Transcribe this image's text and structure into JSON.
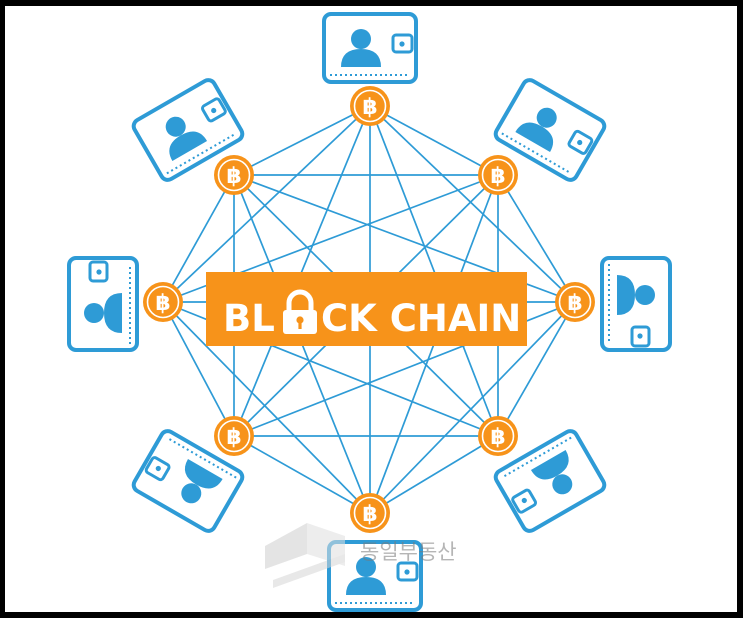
{
  "diagram": {
    "banner": {
      "text_before": "BL",
      "text_after": "CK CHAIN",
      "background": "#F7931A",
      "text_color": "#ffffff",
      "lock_icon": "padlock-icon"
    },
    "watermark": {
      "text": "동일부동산",
      "icon": "building-logo-icon"
    },
    "colors": {
      "network_line": "#2E9BD6",
      "wallet_fill": "#2E9BD6",
      "coin_fill": "#F7931A",
      "coin_symbol": "#ffffff"
    },
    "coin_symbol": "฿",
    "node_icons": [
      "wallet-icon",
      "bitcoin-coin-icon"
    ]
  }
}
